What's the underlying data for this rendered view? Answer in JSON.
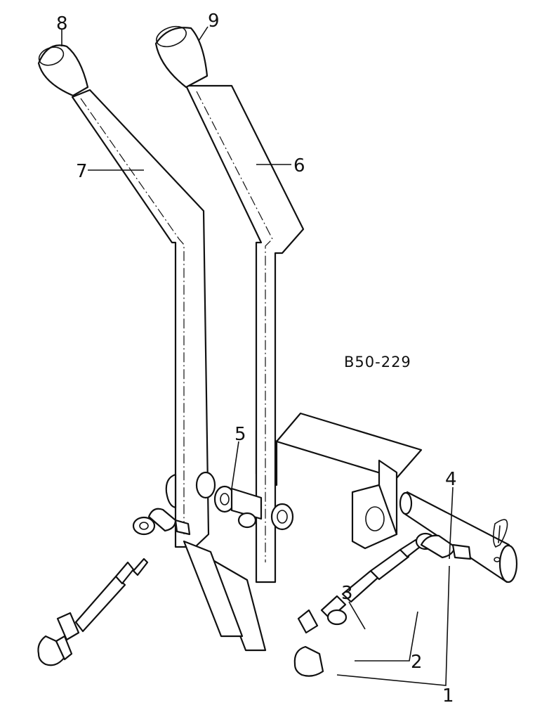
{
  "diagram": {
    "drawing_code": "B50-229",
    "callouts": [
      "1",
      "2",
      "3",
      "4",
      "5",
      "6",
      "7",
      "8",
      "9"
    ]
  }
}
